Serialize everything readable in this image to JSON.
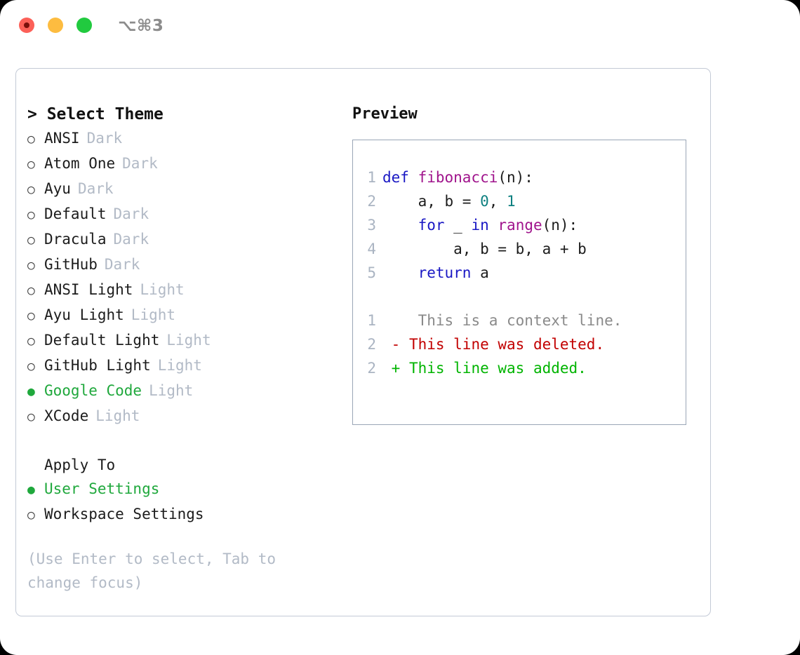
{
  "window": {
    "shortcut": "⌥⌘3",
    "traffic_lights": [
      {
        "name": "close",
        "color": "#fc6058"
      },
      {
        "name": "minimize",
        "color": "#fdbc40"
      },
      {
        "name": "zoom",
        "color": "#21ca3f"
      }
    ]
  },
  "theme_picker": {
    "title": "> Select Theme",
    "radio_off": "○",
    "radio_on": "●",
    "selected_color": "#1fa83c",
    "items": [
      {
        "name": "ANSI",
        "tag": "Dark",
        "selected": false
      },
      {
        "name": "Atom One",
        "tag": "Dark",
        "selected": false
      },
      {
        "name": "Ayu",
        "tag": "Dark",
        "selected": false
      },
      {
        "name": "Default",
        "tag": "Dark",
        "selected": false
      },
      {
        "name": "Dracula",
        "tag": "Dark",
        "selected": false
      },
      {
        "name": "GitHub",
        "tag": "Dark",
        "selected": false
      },
      {
        "name": "ANSI Light",
        "tag": "Light",
        "selected": false
      },
      {
        "name": "Ayu Light",
        "tag": "Light",
        "selected": false
      },
      {
        "name": "Default Light",
        "tag": "Light",
        "selected": false
      },
      {
        "name": "GitHub Light",
        "tag": "Light",
        "selected": false
      },
      {
        "name": "Google Code",
        "tag": "Light",
        "selected": true
      },
      {
        "name": "XCode",
        "tag": "Light",
        "selected": false
      }
    ]
  },
  "apply_to": {
    "title": "Apply To",
    "items": [
      {
        "name": "User Settings",
        "selected": true
      },
      {
        "name": "Workspace Settings",
        "selected": false
      }
    ]
  },
  "hint": "(Use Enter to select, Tab to change focus)",
  "preview": {
    "title": "Preview",
    "code_lines": [
      {
        "number": "1",
        "tokens": [
          {
            "text": "def ",
            "type": "kw"
          },
          {
            "text": "fibonacci",
            "type": "fn"
          },
          {
            "text": "(n):",
            "type": "plain"
          }
        ]
      },
      {
        "number": "2",
        "tokens": [
          {
            "text": "    a, b = ",
            "type": "plain"
          },
          {
            "text": "0",
            "type": "num"
          },
          {
            "text": ", ",
            "type": "plain"
          },
          {
            "text": "1",
            "type": "num"
          }
        ]
      },
      {
        "number": "3",
        "tokens": [
          {
            "text": "    ",
            "type": "plain"
          },
          {
            "text": "for",
            "type": "kw"
          },
          {
            "text": " _ ",
            "type": "plain"
          },
          {
            "text": "in",
            "type": "kw"
          },
          {
            "text": " ",
            "type": "plain"
          },
          {
            "text": "range",
            "type": "fn"
          },
          {
            "text": "(n):",
            "type": "plain"
          }
        ]
      },
      {
        "number": "4",
        "tokens": [
          {
            "text": "        a, b = b, a + b",
            "type": "plain"
          }
        ]
      },
      {
        "number": "5",
        "tokens": [
          {
            "text": "    ",
            "type": "plain"
          },
          {
            "text": "return",
            "type": "kw"
          },
          {
            "text": " a",
            "type": "plain"
          }
        ]
      }
    ],
    "diff_lines": [
      {
        "number": "1",
        "marker": " ",
        "text": "  This is a context line.",
        "type": "ctx"
      },
      {
        "number": "2",
        "marker": "-",
        "text": " This line was deleted.",
        "type": "del"
      },
      {
        "number": "2",
        "marker": "+",
        "text": " This line was added.",
        "type": "add"
      }
    ]
  }
}
